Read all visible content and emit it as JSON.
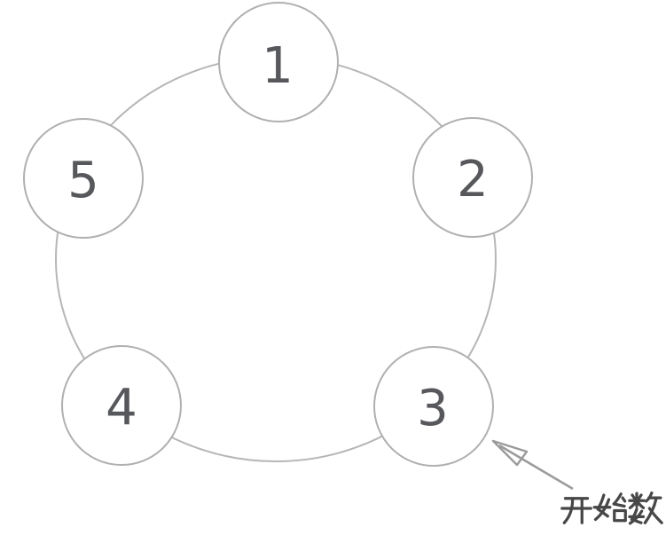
{
  "diagram": {
    "type": "circular-counting-diagram",
    "nodes": [
      {
        "label": "1"
      },
      {
        "label": "2"
      },
      {
        "label": "3"
      },
      {
        "label": "4"
      },
      {
        "label": "5"
      }
    ],
    "annotation": {
      "text": "开始数",
      "meaning": "start counting",
      "points_to_node": "3"
    },
    "colors": {
      "background": "#ffffff",
      "circle_border": "#b0b0b0",
      "ring_line": "#b6b6b6",
      "number_text": "#57585c",
      "arrow": "#9b9b9b",
      "annotation_text": "#474747"
    }
  }
}
